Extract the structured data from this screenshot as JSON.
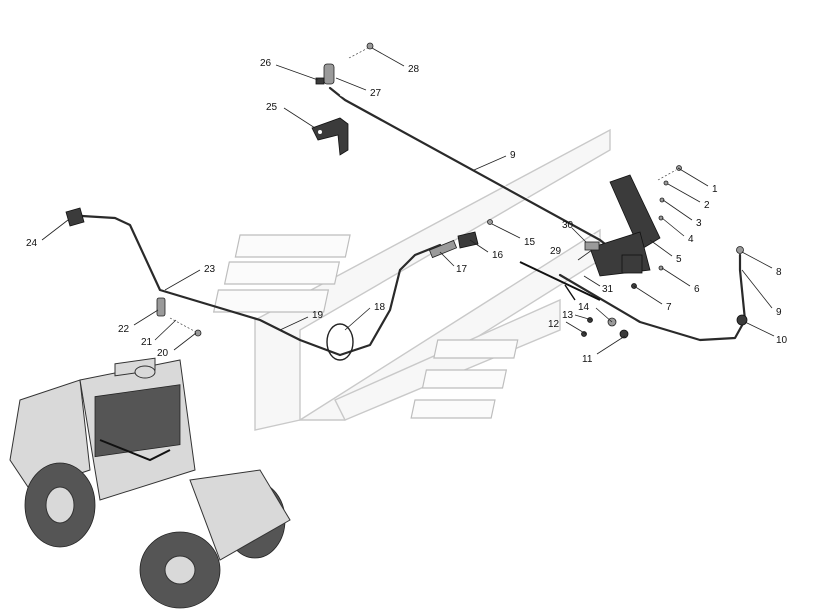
{
  "callouts": [
    "1",
    "2",
    "3",
    "4",
    "5",
    "6",
    "7",
    "8",
    "9",
    "9",
    "10",
    "11",
    "12",
    "13",
    "14",
    "15",
    "16",
    "17",
    "18",
    "19",
    "20",
    "21",
    "22",
    "23",
    "24",
    "25",
    "26",
    "27",
    "28",
    "29",
    "30",
    "31"
  ]
}
